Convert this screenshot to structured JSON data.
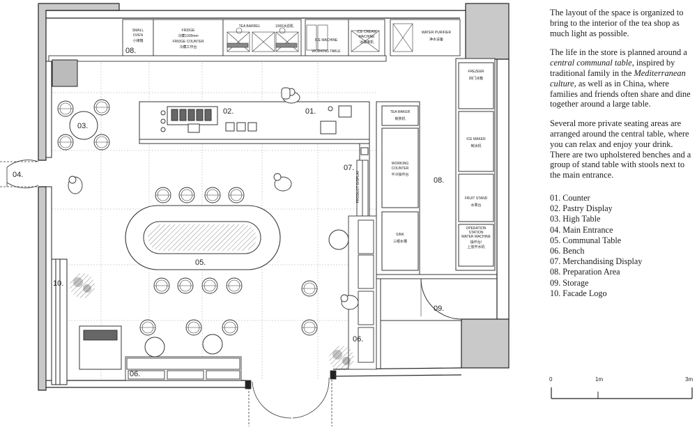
{
  "plan": {
    "numbers": {
      "n01": "01.",
      "n02": "02.",
      "n03": "03.",
      "n04": "04.",
      "n05": "05.",
      "n06a": "06.",
      "n06b": "06.",
      "n07": "07.",
      "n08a": "08.",
      "n08b": "08.",
      "n09": "09.",
      "n10": "10."
    },
    "fixtures": {
      "small_oven_1": "SMALL",
      "small_oven_2": "OVEN",
      "small_oven_cn": "小烤箱",
      "fridge": "FRIDGE",
      "fridge_cn": "冷藏1000mm",
      "fridge_counter": "FRIDGE COUNTER",
      "fridge_counter_cn": "冷藏工作台",
      "tea_barrel": "TEA BARREL",
      "tea_barrel_cn": "1000冰滤机",
      "ice_machine": "ICE MACHINE",
      "working_table": "WORKING TABLE",
      "ice_cream_1": "ICE CREAM",
      "ice_cream_2": "MACHINE",
      "ice_cream_cn": "冰淇淋机",
      "water_purifier": "WATER PURIFIER",
      "water_purifier_cn": "净水设备",
      "tea_maker": "TEA MAKER",
      "tea_maker_cn": "制茶机",
      "working_counter_1": "WORKING",
      "working_counter_2": "COUNTER",
      "working_counter_cn": "平冷操作台",
      "sink": "SINK",
      "sink_cn": "三眼水槽",
      "freezer": "FREZEER",
      "freezer_cn": "四门冰箱",
      "ice_maker": "ICE MAKER",
      "ice_maker_cn": "制冰机",
      "fruit_stand": "FRUIT STAND",
      "fruit_stand_cn": "水果台",
      "operation_1": "OPERATION",
      "operation_2": "STATION",
      "operation_3": "WATER MACHINE",
      "operation_cn1": "操作台/",
      "operation_cn2": "上放开水机",
      "product_display": "PRODUCT DISPLAY"
    }
  },
  "description": {
    "p1": "The layout of the space is organized to bring to the interior of the tea shop as much light as possible.",
    "p2_a": "The life in the store is planned around a ",
    "p2_em1": "central communal table",
    "p2_b": ", inspired by traditional family in the ",
    "p2_em2": "Mediterranean culture",
    "p2_c": ", as well as in China, where families and friends often share and dine together around a large table.",
    "p3": "Several more private seating areas are arranged around the central table, where you can relax  and enjoy your drink. There are two upholstered benches and a group of stand table with stools next to the main entrance."
  },
  "legend": [
    "01. Counter",
    "02. Pastry Display",
    "03. High Table",
    "04. Main Entrance",
    "05. Communal Table",
    "06. Bench",
    "07. Merchandising Display",
    "08. Preparation Area",
    "09. Storage",
    "10. Facade Logo"
  ],
  "scale": {
    "zero": "0",
    "one": "1m",
    "three": "3m"
  }
}
